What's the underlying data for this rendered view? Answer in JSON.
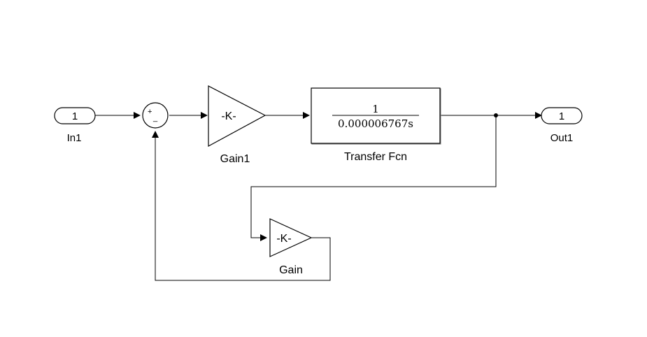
{
  "diagram": {
    "inport": {
      "number": "1",
      "name": "In1"
    },
    "outport": {
      "number": "1",
      "name": "Out1"
    },
    "sum": {
      "sign_top": "+",
      "sign_bottom": "_"
    },
    "gain1": {
      "text": "-K-",
      "name": "Gain1"
    },
    "transfer_fcn": {
      "numerator": "1",
      "denominator": "0.000006767s",
      "name": "Transfer Fcn"
    },
    "gain": {
      "text": "-K-",
      "name": "Gain"
    }
  }
}
